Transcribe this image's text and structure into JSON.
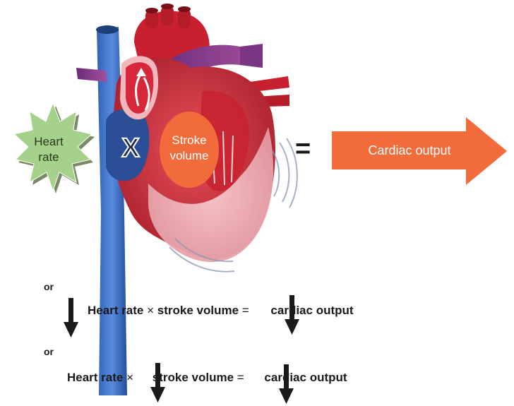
{
  "diagram": {
    "heart_rate_label_line1": "Heart",
    "heart_rate_label_line2": "rate",
    "stroke_volume_label_line1": "Stroke",
    "stroke_volume_label_line2": "volume",
    "times_symbol": "X",
    "equals_symbol": "=",
    "cardiac_output_label": "Cardiac output",
    "colors": {
      "star_fill": "#a6d18a",
      "stroke_volume_fill": "#f26b3a",
      "cardiac_output_fill": "#f26b3a"
    }
  },
  "equations": [
    {
      "prefix": "or",
      "part1": "Heart rate ",
      "op1": "×",
      "part2": " stroke volume ",
      "op2": "=",
      "part3": " cardiac output"
    },
    {
      "prefix": "or",
      "part1": "Heart rate ",
      "op1": "×",
      "part2": " stroke volume ",
      "op2": "=",
      "part3": " cardiac output"
    }
  ]
}
